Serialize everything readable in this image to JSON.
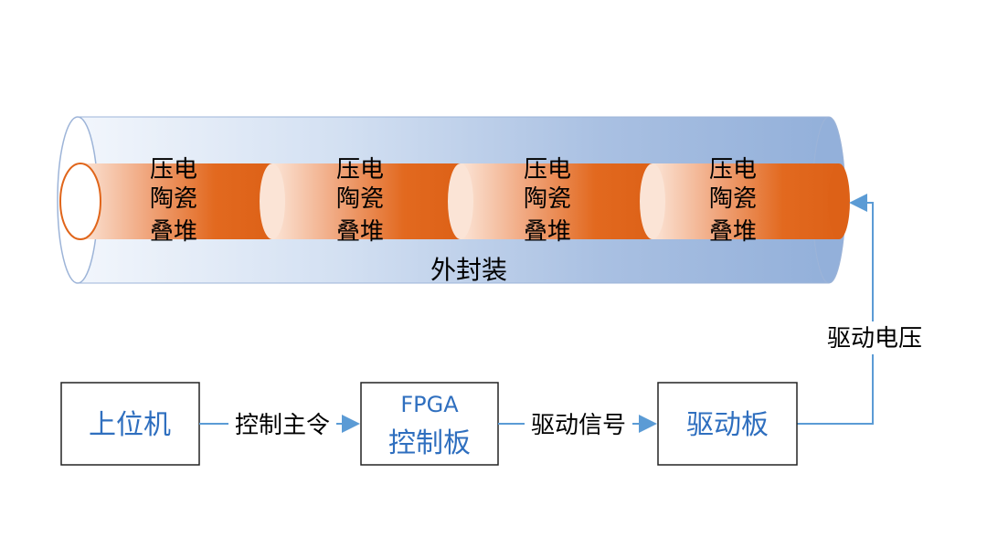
{
  "stack_lines": [
    "压电",
    "陶瓷",
    "叠堆"
  ],
  "tube_label": "外封装",
  "drive_voltage_label": "驱动电压",
  "boxes": {
    "host": "上位机",
    "fpga_line1": "FPGA",
    "fpga_line2": "控制板",
    "driver": "驱动板"
  },
  "arrows": {
    "control_cmd": "控制主令",
    "drive_signal": "驱动信号"
  },
  "colors": {
    "outer_tube": "#a8bfe0",
    "stack_orange": "#e0651a",
    "box_text": "#2f6fbf",
    "arrow_line": "#5b9bd5"
  }
}
